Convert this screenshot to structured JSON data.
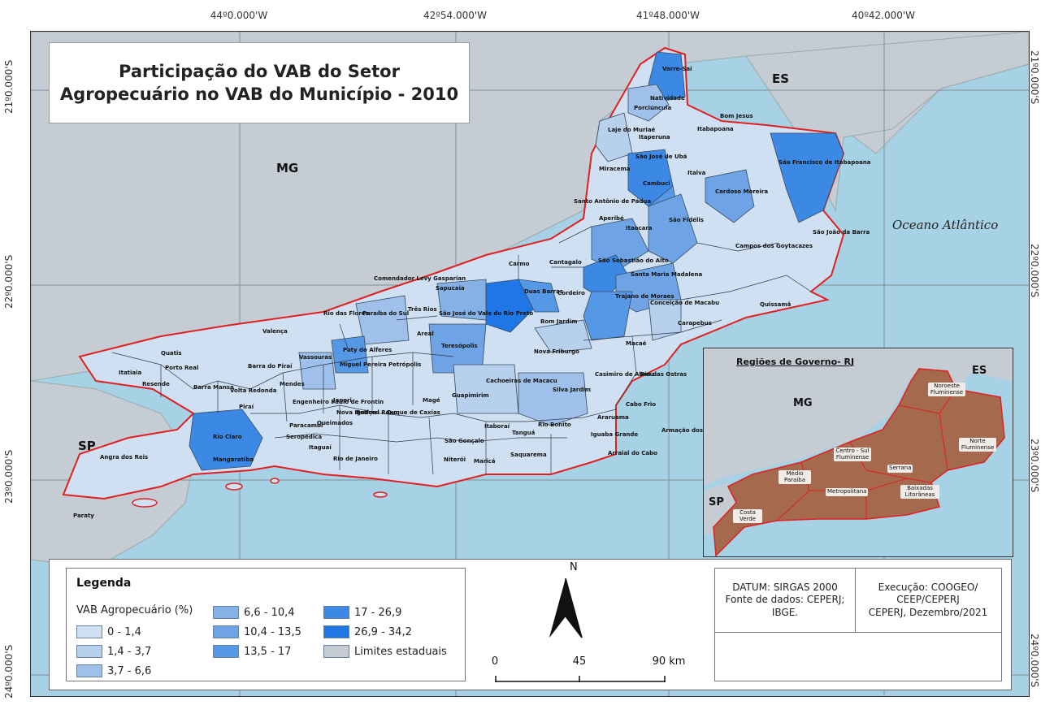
{
  "title": {
    "line1": "Participação do VAB do Setor",
    "line2": "Agropecuário no VAB do Município - 2010"
  },
  "coords": {
    "top": [
      "44º0.000'W",
      "42º54.000'W",
      "41º48.000'W",
      "40º42.000'W"
    ],
    "side": [
      "21º0.000'S",
      "22º0.000'S",
      "23º0.000'S",
      "24º0.000'S"
    ]
  },
  "region_labels": {
    "mg": "MG",
    "es": "ES",
    "sp": "SP",
    "ocean": "Oceano Atlântico"
  },
  "municipalities": [
    "Porciúncula",
    "Varre-Sai",
    "Natividade",
    "Bom Jesus",
    "Itabapoana",
    "Itaperuna",
    "Laje do Muriaé",
    "Miracema",
    "São José de Ubá",
    "Italva",
    "Cambuci",
    "Cardoso Moreira",
    "São Francisco de Itabapoana",
    "Santo Antônio de Pádua",
    "Aperibé",
    "Itaocara",
    "São Fidélis",
    "Campos dos Goytacazes",
    "São João da Barra",
    "Carmo",
    "Cantagalo",
    "São Sebastião do Alto",
    "Santa Maria Madalena",
    "Comendador Levy Gasparian",
    "Sapucaia",
    "Duas Barras",
    "Cordeiro",
    "Trajano de Moraes",
    "Conceição de Macabu",
    "Quissamã",
    "Rio das Flores",
    "Paraíba do Sul",
    "Três Rios",
    "São José do Vale do Rio Preto",
    "Areal",
    "Bom Jardim",
    "Carapebus",
    "Valença",
    "Paty do Alferes",
    "Vassouras",
    "Teresópolis",
    "Nova Friburgo",
    "Macaé",
    "Quatis",
    "Barra do Piraí",
    "Miguel Pereira",
    "Petrópolis",
    "Itatiaia",
    "Porto Real",
    "Resende",
    "Barra Mansa",
    "Volta Redonda",
    "Mendes",
    "Casimiro de Abreu",
    "Rio das Ostras",
    "Engenheiro Paulo de Frontin",
    "Paracambi",
    "Nova Iguaçu",
    "Belford Roxo",
    "Japeri",
    "Queimados",
    "Seropédica",
    "Piraí",
    "Duque de Caxias",
    "Magé",
    "Guapimirim",
    "Cachoeiras de Macacu",
    "Silva Jardim",
    "Cabo Frio",
    "Rio Claro",
    "Itaguaí",
    "Araruama",
    "Rio Bonito",
    "Itaboraí",
    "Tanguá",
    "Armação dos Búzios",
    "São Gonçalo",
    "Iguaba Grande",
    "Arraial do Cabo",
    "Angra dos Reis",
    "Mangaratiba",
    "Rio de Janeiro",
    "Niterói",
    "Maricá",
    "Saquarema",
    "Paraty"
  ],
  "inset": {
    "title": "Regiões de Governo- RJ",
    "mg": "MG",
    "es": "ES",
    "sp": "SP",
    "regions": [
      "Noroeste Fluminense",
      "Norte Fluminense",
      "Centro - Sul Fluminense",
      "Serrana",
      "Médio Paraíba",
      "Metropolitana",
      "Baixadas Litorâneas",
      "Costa Verde"
    ]
  },
  "legend": {
    "title": "Legenda",
    "subtitle": "VAB Agropecuário (%)",
    "classes": [
      {
        "label": "0 - 1,4",
        "color": "#cfe0f2"
      },
      {
        "label": "1,4 - 3,7",
        "color": "#b6d0ee"
      },
      {
        "label": "3,7 - 6,6",
        "color": "#9ec0ea"
      },
      {
        "label": "6,6 - 10,4",
        "color": "#85b1e7"
      },
      {
        "label": "10,4 - 13,5",
        "color": "#6ea4e6"
      },
      {
        "label": "13,5 - 17",
        "color": "#5598e6"
      },
      {
        "label": "17 - 26,9",
        "color": "#3c89e5"
      },
      {
        "label": "26,9 - 34,2",
        "color": "#1f77e6"
      },
      {
        "label": "Limites estaduais",
        "color": "#c6ccd3"
      }
    ]
  },
  "north": "N",
  "scale": {
    "labels": [
      "0",
      "45",
      "90 km"
    ]
  },
  "info": {
    "datum": "DATUM: SIRGAS 2000",
    "source1": "Fonte de dados: CEPERJ;",
    "source2": "IBGE.",
    "exec1": "Execução: COOGEO/",
    "exec2": "CEEP/CEPERJ",
    "exec3": "CEPERJ, Dezembro/2021"
  }
}
